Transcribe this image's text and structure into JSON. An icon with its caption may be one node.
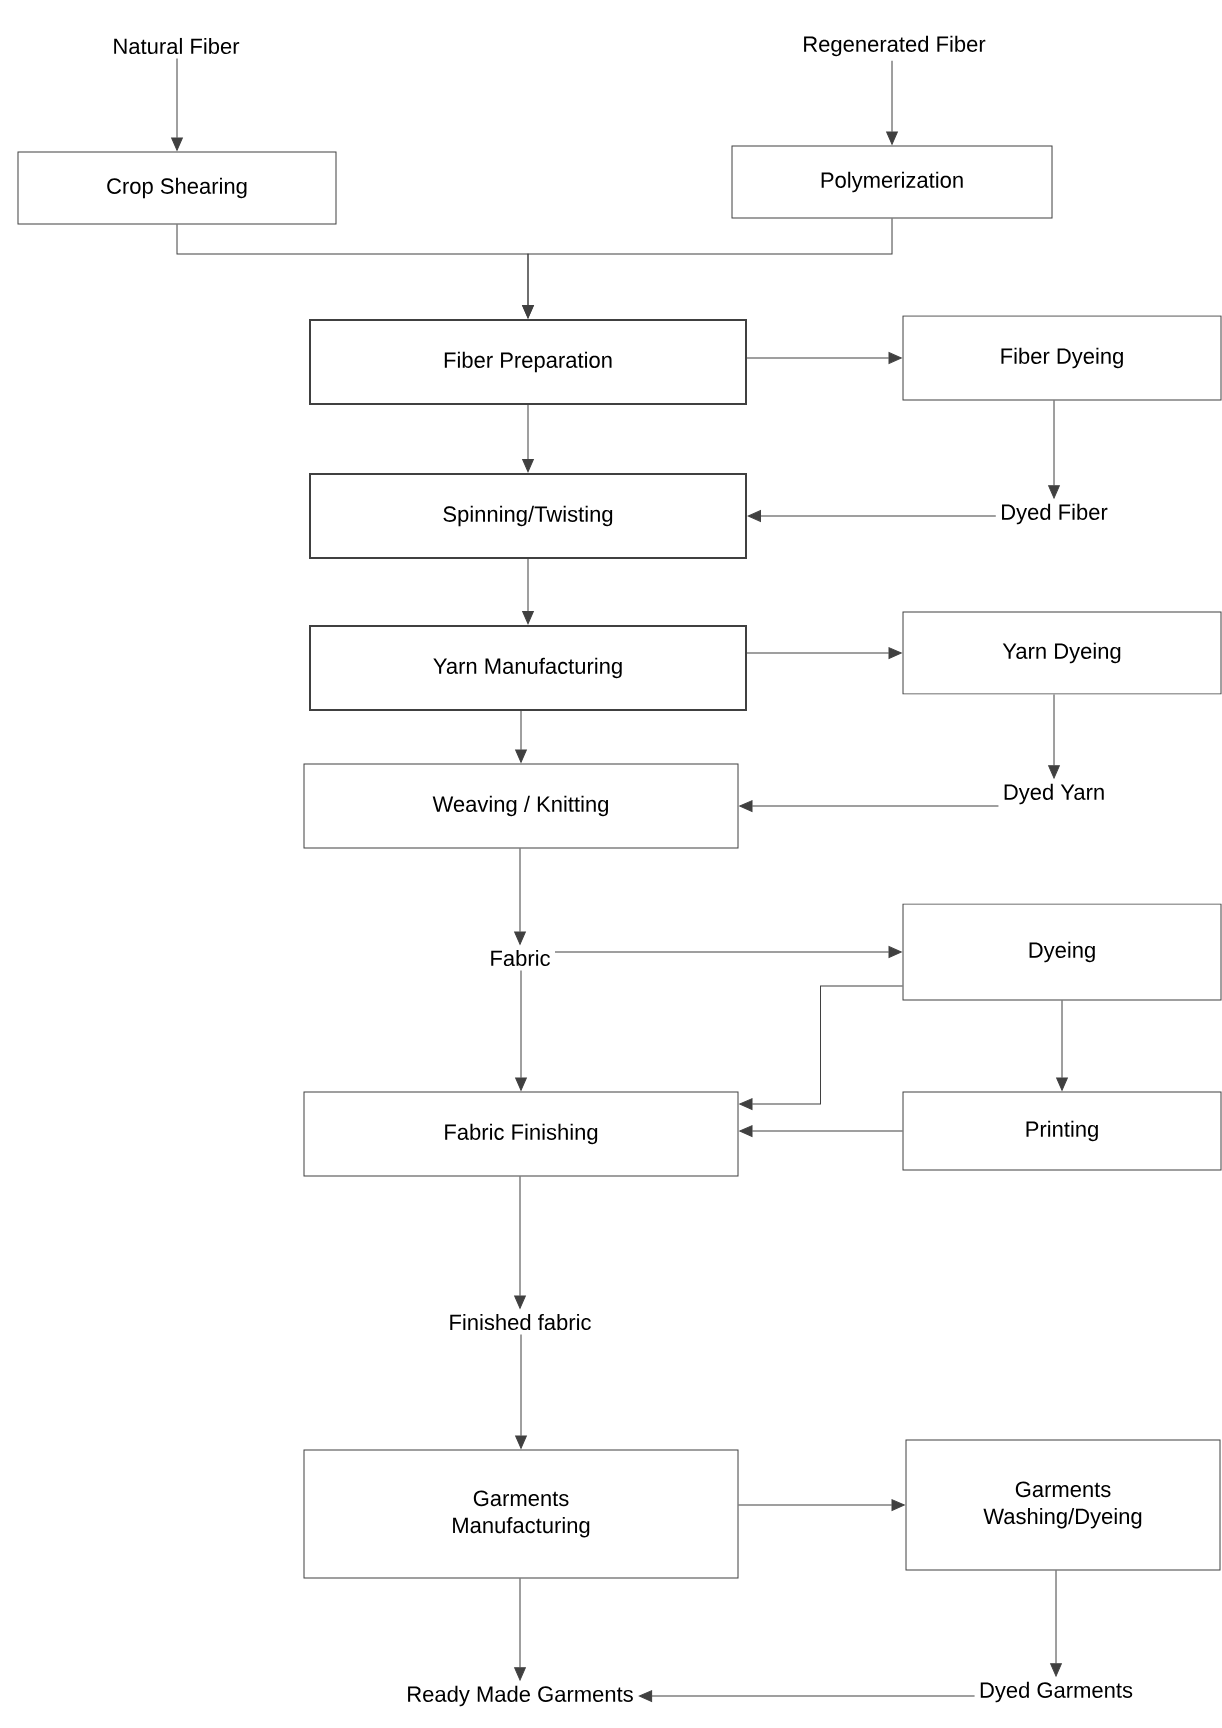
{
  "diagram": {
    "nodes": [
      {
        "text": [
          "Natural Fiber"
        ]
      },
      {
        "text": [
          "Regenerated Fiber"
        ]
      },
      {
        "text": [
          "Crop Shearing"
        ]
      },
      {
        "text": [
          "Polymerization"
        ]
      },
      {
        "text": [
          "Fiber Preparation"
        ]
      },
      {
        "text": [
          "Fiber Dyeing"
        ]
      },
      {
        "text": [
          "Dyed Fiber"
        ]
      },
      {
        "text": [
          "Spinning/Twisting"
        ]
      },
      {
        "text": [
          "Yarn Manufacturing"
        ]
      },
      {
        "text": [
          "Yarn Dyeing"
        ]
      },
      {
        "text": [
          "Dyed Yarn"
        ]
      },
      {
        "text": [
          "Weaving / Knitting"
        ]
      },
      {
        "text": [
          "Fabric"
        ]
      },
      {
        "text": [
          "Dyeing"
        ]
      },
      {
        "text": [
          "Fabric Finishing"
        ]
      },
      {
        "text": [
          "Printing"
        ]
      },
      {
        "text": [
          "Finished fabric"
        ]
      },
      {
        "text": [
          "Garments Manufacturing"
        ]
      },
      {
        "text": [
          "Garments Washing/Dyeing"
        ]
      },
      {
        "text": [
          "Ready Made Garments"
        ]
      },
      {
        "text": [
          "Dyed Garments"
        ]
      }
    ],
    "edges": [
      {
        "from": 0,
        "to": 2,
        "arrow": "to"
      },
      {
        "from": 1,
        "to": 3,
        "arrow": "to"
      },
      {
        "from": 2,
        "to": 4,
        "arrow": "to"
      },
      {
        "from": 3,
        "to": 4,
        "arrow": "to"
      },
      {
        "from": 4,
        "to": 5,
        "arrow": "to"
      },
      {
        "from": 5,
        "to": 6,
        "arrow": "to"
      },
      {
        "from": 6,
        "to": 7,
        "arrow": "to"
      },
      {
        "from": 4,
        "to": 7,
        "arrow": "to"
      },
      {
        "from": 7,
        "to": 8,
        "arrow": "to"
      },
      {
        "from": 8,
        "to": 9,
        "arrow": "to"
      },
      {
        "from": 9,
        "to": 10,
        "arrow": "to"
      },
      {
        "from": 8,
        "to": 11,
        "arrow": "to"
      },
      {
        "from": 10,
        "to": 11,
        "arrow": "to"
      },
      {
        "from": 11,
        "to": 12,
        "arrow": "to"
      },
      {
        "from": 12,
        "to": 13,
        "arrow": "to"
      },
      {
        "from": 12,
        "to": 14,
        "arrow": "to"
      },
      {
        "from": 13,
        "to": 14,
        "arrow": "to"
      },
      {
        "from": 13,
        "to": 15,
        "arrow": "to"
      },
      {
        "from": 15,
        "to": 14,
        "arrow": "to"
      },
      {
        "from": 14,
        "to": 16,
        "arrow": "to"
      },
      {
        "from": 16,
        "to": 17,
        "arrow": "to"
      },
      {
        "from": 17,
        "to": 18,
        "arrow": "to"
      },
      {
        "from": 18,
        "to": 20,
        "arrow": "to"
      },
      {
        "from": 17,
        "to": 19,
        "arrow": "to"
      },
      {
        "from": 20,
        "to": 19,
        "arrow": "to"
      }
    ]
  }
}
